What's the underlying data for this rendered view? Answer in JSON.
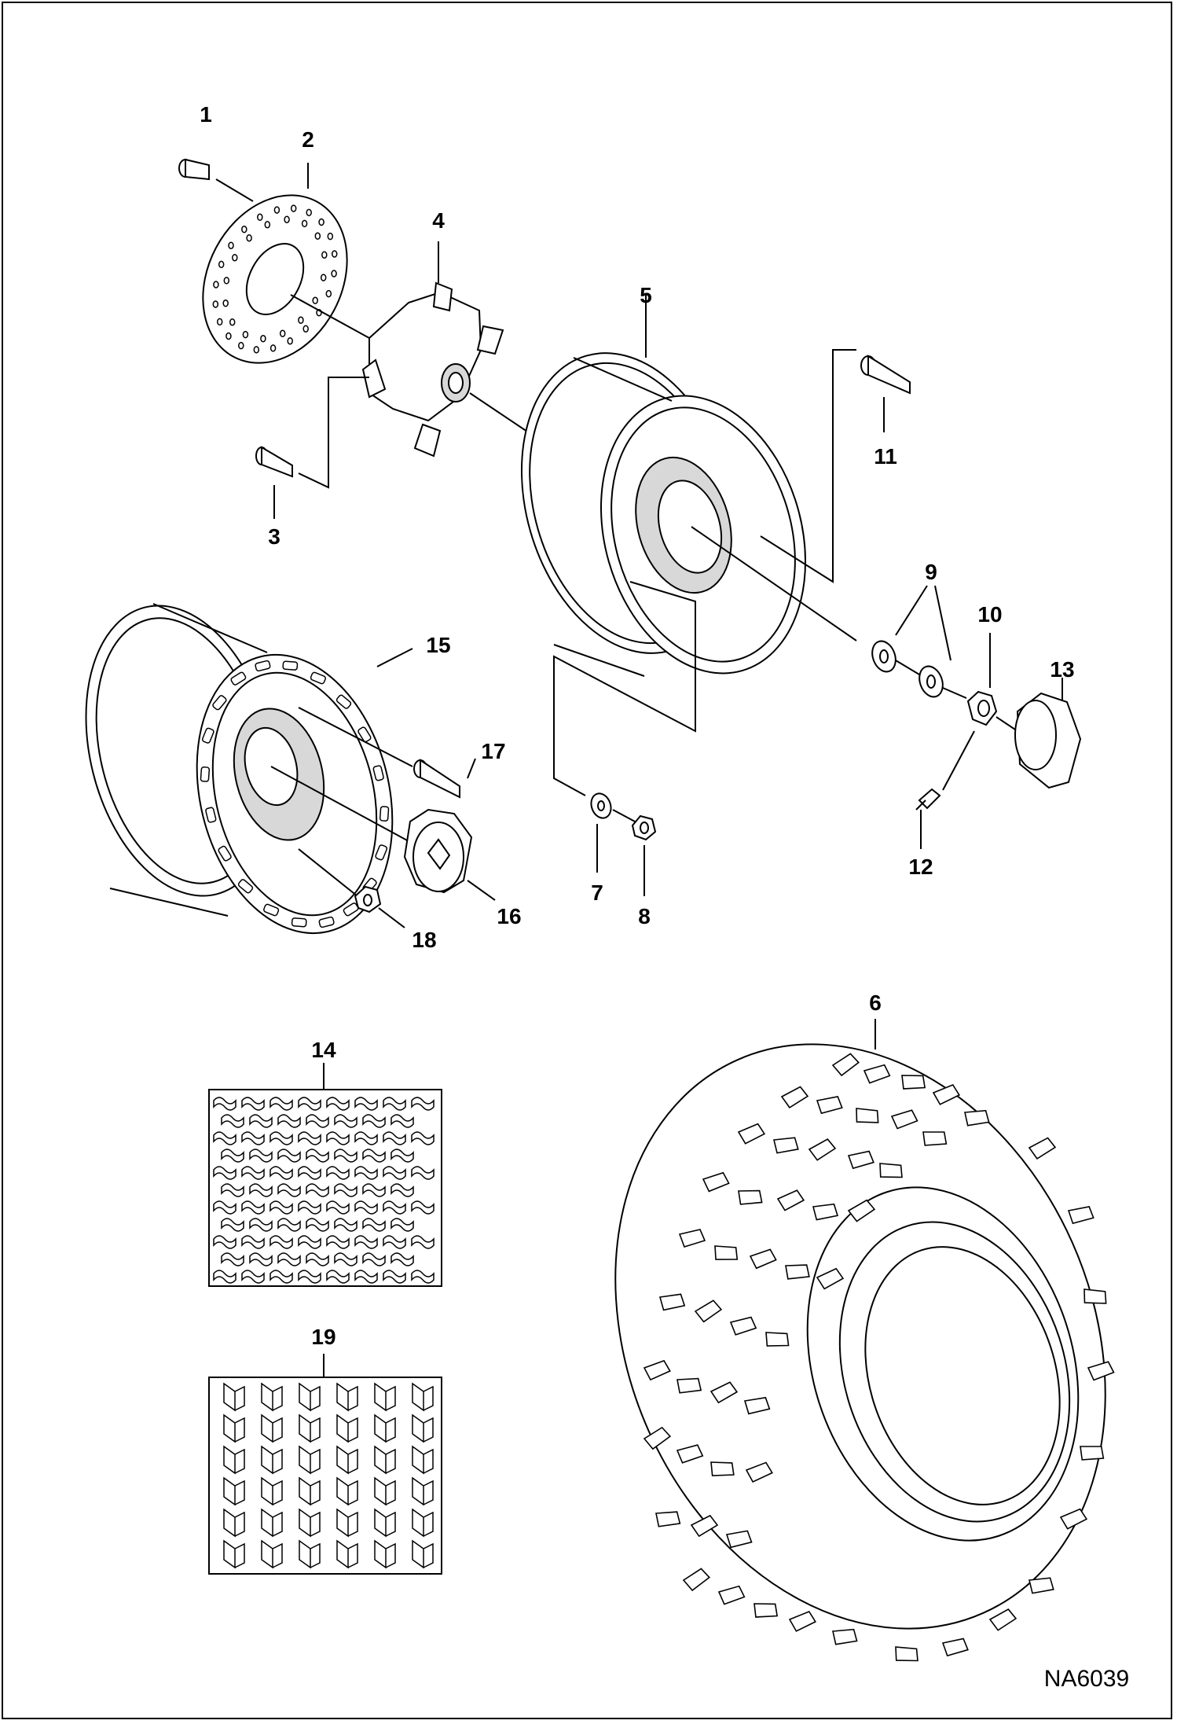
{
  "figure_id": "NA6039",
  "callouts": {
    "c1": "1",
    "c2": "2",
    "c3": "3",
    "c4": "4",
    "c5": "5",
    "c6": "6",
    "c7": "7",
    "c8": "8",
    "c9": "9",
    "c10": "10",
    "c11": "11",
    "c12": "12",
    "c13": "13",
    "c14": "14",
    "c15": "15",
    "c16": "16",
    "c17": "17",
    "c18": "18",
    "c19": "19"
  },
  "parts": {
    "p1": "bolt",
    "p2": "brake-disc",
    "p3": "stud",
    "p4": "hub",
    "p5": "wheel",
    "p6": "tire",
    "p7": "washer",
    "p8": "lug-nut",
    "p9": "washers",
    "p10": "castle-nut",
    "p11": "wheel-stud",
    "p12": "cotter-pin",
    "p13": "hub-cap",
    "p14": "tread-pattern",
    "p15": "beadlock-wheel",
    "p16": "center-cap",
    "p17": "bolt",
    "p18": "flange-nut",
    "p19": "tread-pattern"
  }
}
